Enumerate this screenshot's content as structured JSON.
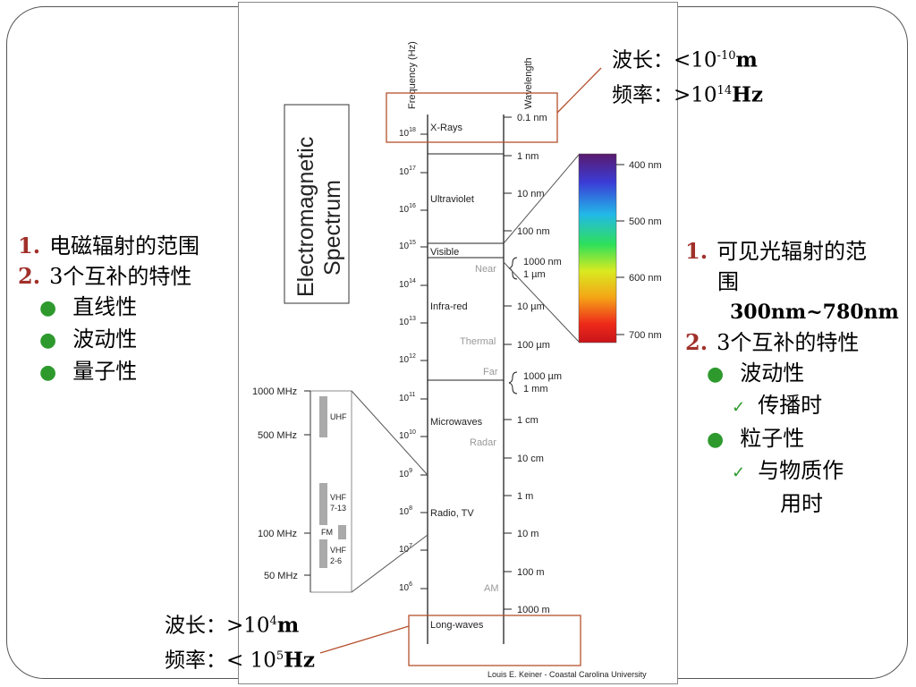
{
  "figure": {
    "title_line1": "Electromagnetic",
    "title_line2": "Spectrum",
    "axis_frequency": "Frequency (Hz)",
    "axis_wavelength": "Wavelength",
    "frequency_ticks": [
      {
        "base": "10",
        "exp": "18"
      },
      {
        "base": "10",
        "exp": "17"
      },
      {
        "base": "10",
        "exp": "16"
      },
      {
        "base": "10",
        "exp": "15"
      },
      {
        "base": "10",
        "exp": "14"
      },
      {
        "base": "10",
        "exp": "13"
      },
      {
        "base": "10",
        "exp": "12"
      },
      {
        "base": "10",
        "exp": "11"
      },
      {
        "base": "10",
        "exp": "10"
      },
      {
        "base": "10",
        "exp": "9"
      },
      {
        "base": "10",
        "exp": "8"
      },
      {
        "base": "10",
        "exp": "7"
      },
      {
        "base": "10",
        "exp": "6"
      }
    ],
    "bands": [
      "X-Rays",
      "Ultraviolet",
      "Visible",
      "Infra-red",
      "Microwaves",
      "Radio, TV",
      "Long-waves"
    ],
    "sub_bands": [
      "Near",
      "Thermal",
      "Far",
      "Radar",
      "AM"
    ],
    "wavelength_ticks": [
      "0.1 nm",
      "1 nm",
      "10 nm",
      "100 nm",
      "1000 nm",
      "1 µm",
      "10 µm",
      "100 µm",
      "1000 µm",
      "1 mm",
      "1 cm",
      "10 cm",
      "1 m",
      "10 m",
      "100 m",
      "1000 m"
    ],
    "visible_ticks": [
      "400 nm",
      "500 nm",
      "600 nm",
      "700 nm"
    ],
    "radio_ticks": [
      "1000 MHz",
      "500 MHz",
      "100 MHz",
      "50 MHz"
    ],
    "radio_bands": [
      "UHF",
      "VHF",
      "7-13",
      "FM",
      "VHF",
      "2-6"
    ],
    "credit": "Louis E. Keiner - Coastal Carolina University"
  },
  "left_list": {
    "items": [
      {
        "num": "1.",
        "text": "电磁辐射的范围"
      },
      {
        "num": "2.",
        "text": "3个互补的特性"
      }
    ],
    "bullets": [
      "直线性",
      "波动性",
      "量子性"
    ]
  },
  "right_list": {
    "item1_num": "1.",
    "item1_line1": "可见光辐射的范",
    "item1_line2": "围",
    "range": "300nm~780nm",
    "item2_num": "2.",
    "item2_text": "3个互补的特性",
    "wave": "波动性",
    "wave_sub": "传播时",
    "particle": "粒子性",
    "particle_sub_line1": "与物质作",
    "particle_sub_line2": "用时"
  },
  "top_note": {
    "wl_label": "波长：<10",
    "wl_exp": "-10",
    "wl_unit": "m",
    "fr_label": "频率：>10",
    "fr_exp": "14",
    "fr_unit": "Hz"
  },
  "bottom_note": {
    "wl_label": "波长：>10",
    "wl_exp": "4",
    "wl_unit": "m",
    "fr_label": "频率：< 10",
    "fr_exp": "5",
    "fr_unit": "Hz"
  },
  "colors": {
    "highlight_box": "#b5502d",
    "number": "#a0302a",
    "bullet": "#2e9a2e"
  }
}
